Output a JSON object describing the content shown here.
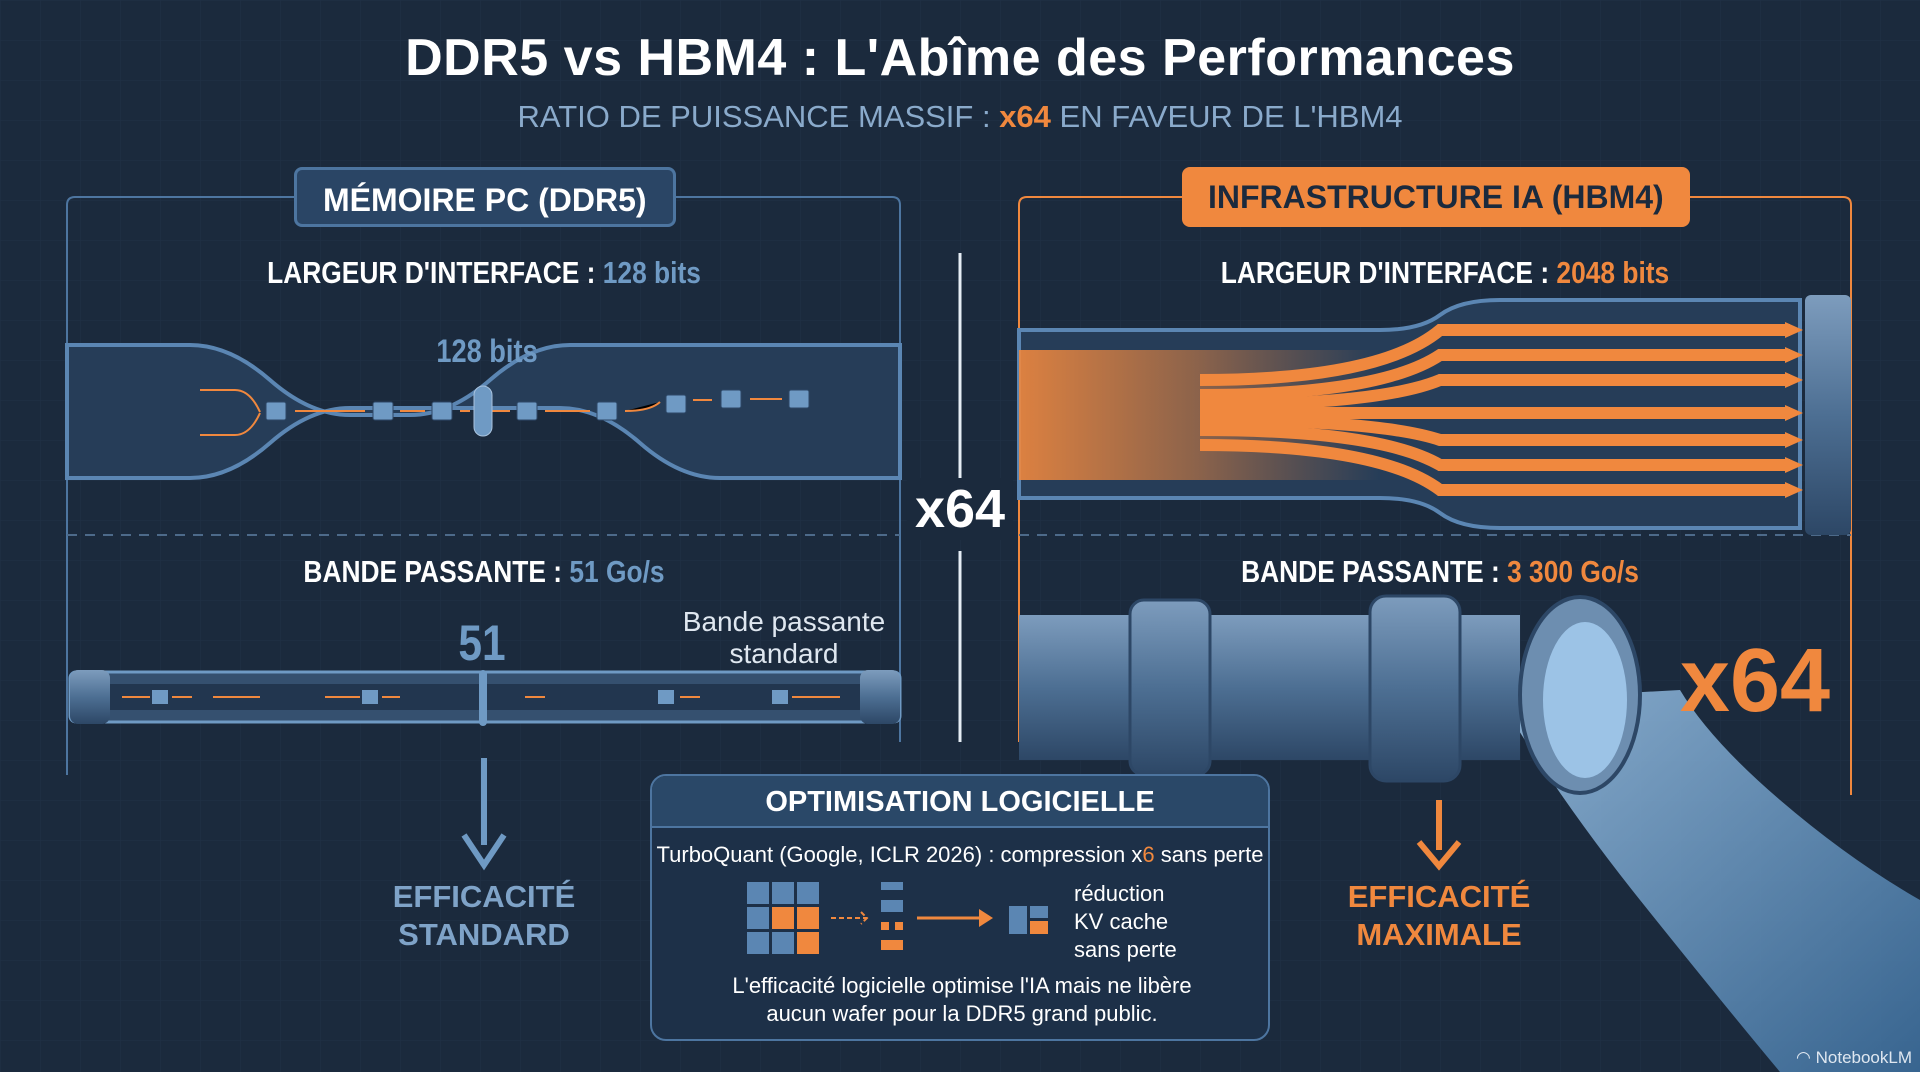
{
  "title": "DDR5 vs HBM4 : L'Abîme des Performances",
  "subtitle": {
    "prefix": "RATIO DE PUISSANCE MASSIF : ",
    "highlight": "x64",
    "suffix": " EN FAVEUR DE L'HBM4"
  },
  "left": {
    "label": "MÉMOIRE PC (DDR5)",
    "width_label": "LARGEUR D'INTERFACE : ",
    "width_value": "128 bits",
    "bus_label": "128 bits",
    "bw_label": "BANDE PASSANTE : ",
    "bw_value": "51 Go/s",
    "pipe_value": "51",
    "pipe_note_1": "Bande passante",
    "pipe_note_2": "standard",
    "eff_1": "EFFICACITÉ",
    "eff_2": "STANDARD"
  },
  "center": {
    "ratio": "x64"
  },
  "right": {
    "label": "INFRASTRUCTURE IA (HBM4)",
    "width_label": "LARGEUR D'INTERFACE : ",
    "width_value": "2048 bits",
    "bw_label": "BANDE PASSANTE : ",
    "bw_value": "3 300 Go/s",
    "ratio": "x64",
    "eff_1": "EFFICACITÉ",
    "eff_2": "MAXIMALE"
  },
  "optim": {
    "title": "OPTIMISATION LOGICIELLE",
    "line_prefix": "TurboQuant (Google, ICLR 2026) : compression x",
    "line_highlight": "6",
    "line_suffix": " sans perte",
    "kv_1": "réduction",
    "kv_2": "KV cache",
    "kv_3": "sans perte",
    "foot_1": "L'efficacité logicielle optimise l'IA mais ne libère",
    "foot_2": "aucun wafer pour la DDR5 grand public."
  },
  "watermark": "NotebookLM",
  "colors": {
    "background": "#1b2a3d",
    "accent_orange": "#f0883e",
    "accent_blue": "#6f9ac4"
  }
}
